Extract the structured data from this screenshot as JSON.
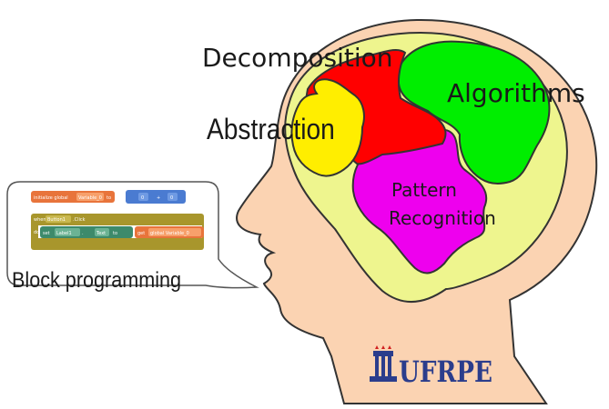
{
  "labels": {
    "decomposition": "Decomposition",
    "algorithms": "Algorithms",
    "abstraction": "Abstraction",
    "pattern_line1": "Pattern",
    "pattern_line2": "Recognition",
    "block_programming": "Block programming"
  },
  "logo": {
    "text": "UFRPE"
  },
  "blocks": {
    "row1": [
      "initialize global",
      "Variable_0",
      "to",
      "0",
      "+",
      "0"
    ],
    "row2": [
      "when",
      "Button1",
      ".Click"
    ],
    "row3": [
      "do",
      "set",
      "Label1",
      ".",
      "Text",
      "to",
      "get",
      "global Variable_0"
    ]
  },
  "colors": {
    "head_fill": "#fbd3b2",
    "head_stroke": "#333333",
    "brain_area": "#eef58e",
    "decomposition_region": "#ff0000",
    "algorithms_region": "#00ee00",
    "abstraction_region": "#ffee00",
    "pattern_region": "#ee00ee",
    "logo_blue": "#2b3d8c",
    "block_orange": "#e8743b",
    "block_blue": "#4a7bd1",
    "block_olive": "#a8962c",
    "block_teal": "#3d8a6b"
  }
}
